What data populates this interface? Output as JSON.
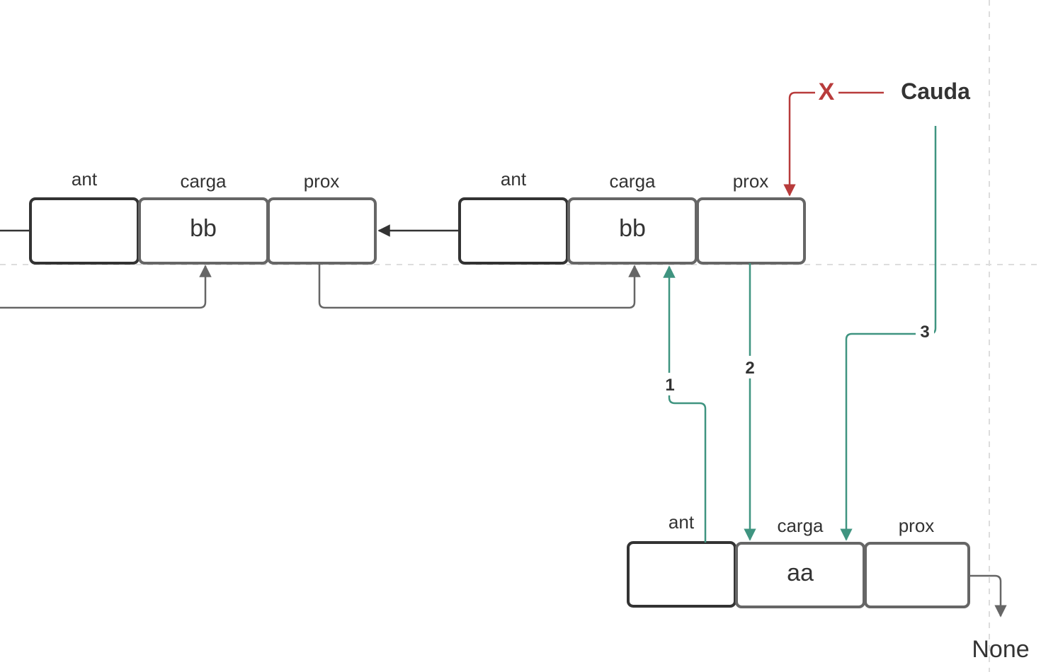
{
  "diagram": {
    "tail_label": "Cauda",
    "removed_mark": "X",
    "none_label": "None",
    "nodes": [
      {
        "id": "node-left",
        "fields": [
          {
            "header": "ant",
            "value": ""
          },
          {
            "header": "carga",
            "value": "bb"
          },
          {
            "header": "prox",
            "value": ""
          }
        ]
      },
      {
        "id": "node-middle",
        "fields": [
          {
            "header": "ant",
            "value": ""
          },
          {
            "header": "carga",
            "value": "bb"
          },
          {
            "header": "prox",
            "value": ""
          }
        ]
      },
      {
        "id": "node-new",
        "fields": [
          {
            "header": "ant",
            "value": ""
          },
          {
            "header": "carga",
            "value": "aa"
          },
          {
            "header": "prox",
            "value": ""
          }
        ]
      }
    ],
    "steps": [
      "1",
      "2",
      "3"
    ],
    "colors": {
      "box_dark": "#333333",
      "box_mid": "#666666",
      "new_link": "#3F9480",
      "removed_link": "#B83B3B",
      "guide": "#dddddd"
    }
  }
}
